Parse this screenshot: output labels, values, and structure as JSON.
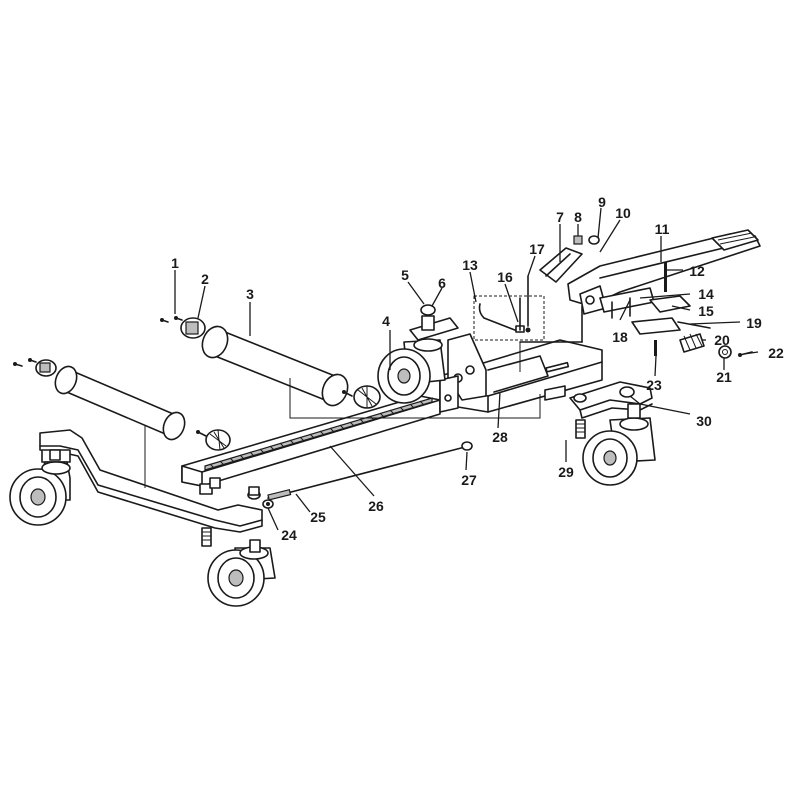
{
  "callouts": [
    "1",
    "2",
    "3",
    "4",
    "5",
    "6",
    "7",
    "8",
    "9",
    "10",
    "11",
    "12",
    "13",
    "14",
    "15",
    "16",
    "17",
    "18",
    "19",
    "20",
    "21",
    "22",
    "23",
    "24",
    "25",
    "26",
    "27",
    "28",
    "29",
    "30"
  ],
  "colors": {
    "line": "#1a1a1a",
    "background": "#ffffff",
    "fill": "#bdbdbd"
  }
}
